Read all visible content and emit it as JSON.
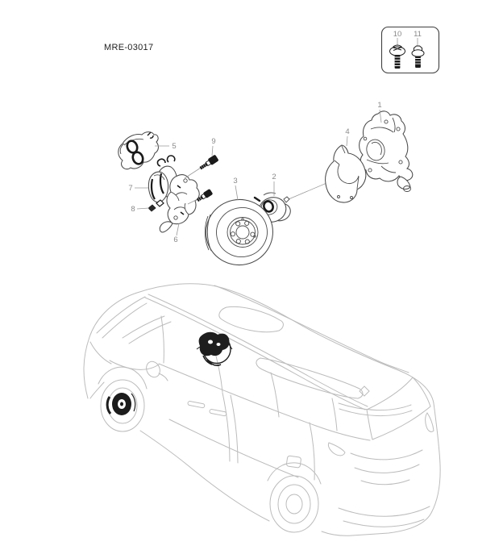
{
  "header": {
    "diagram_code": "MRE-03017"
  },
  "callouts": [
    "1",
    "2",
    "3",
    "4",
    "5",
    "6",
    "7",
    "8",
    "9"
  ],
  "legend": {
    "items": [
      "10",
      "11"
    ]
  },
  "colors": {
    "part_line": "#4a4a4a",
    "callout_label": "#8a8a8a",
    "car_line": "#bcbcbc",
    "highlight": "#1e1e1e",
    "background": "#ffffff"
  }
}
